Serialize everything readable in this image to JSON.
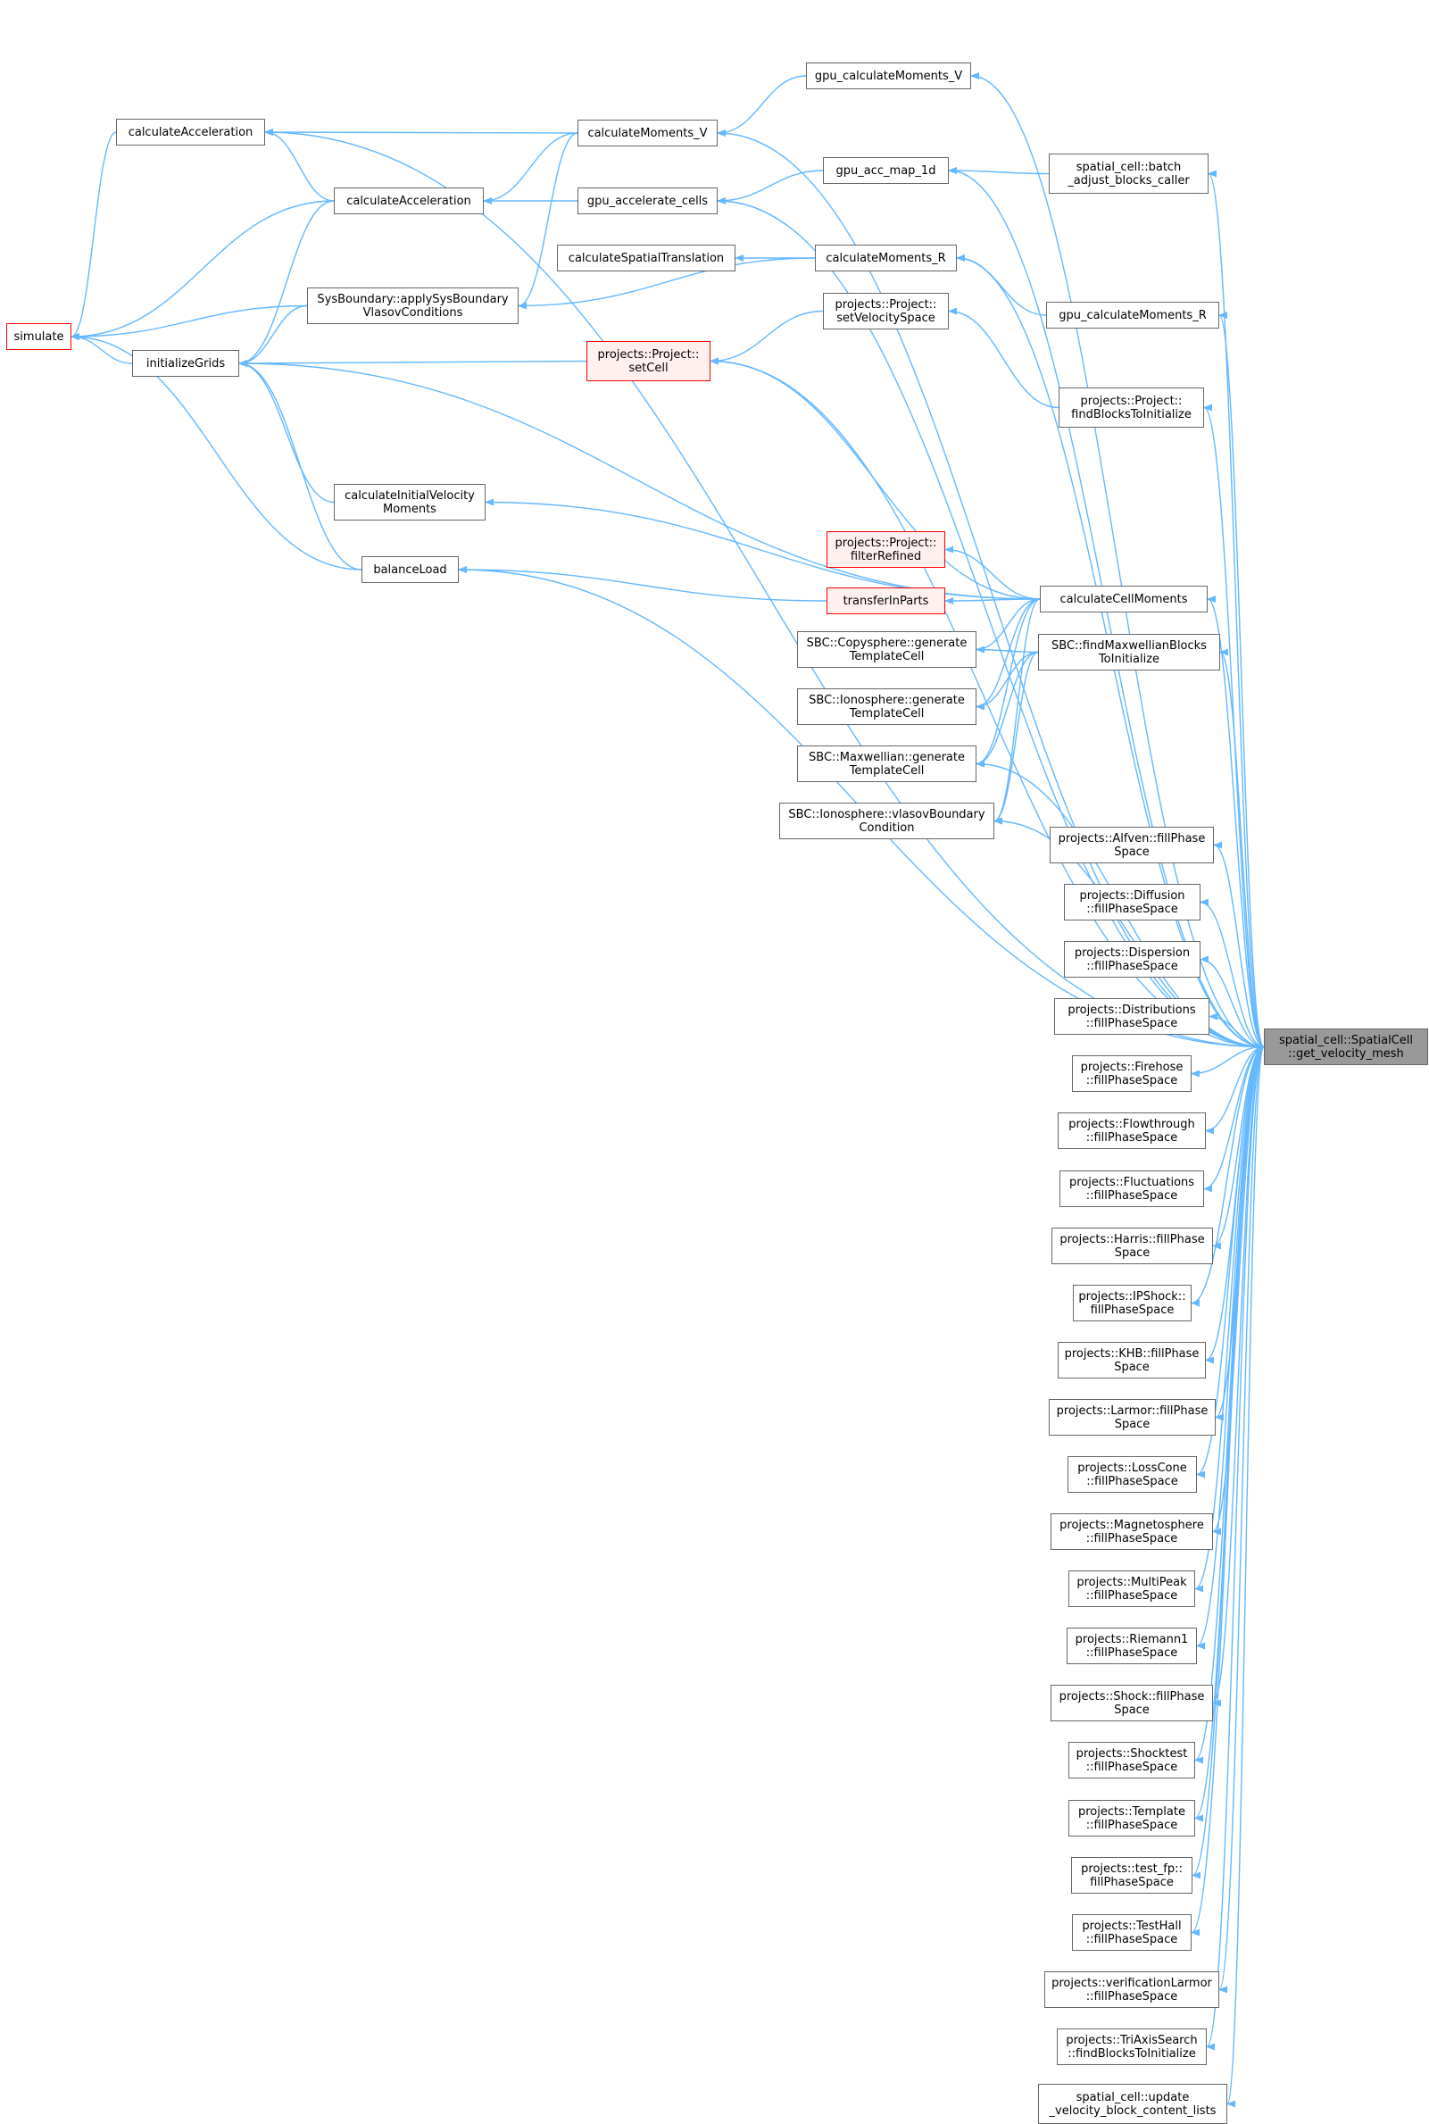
{
  "diagram": {
    "type": "call-graph",
    "edge_color": "#63b8ff",
    "node_border_color": "#666666",
    "highlight_border_color": "#ff0000",
    "target_fill_color": "#999999",
    "nodes": [
      {
        "id": "target",
        "lines": [
          "spatial_cell::SpatialCell",
          "::get_velocity_mesh"
        ],
        "style": "target"
      },
      {
        "id": "simulate",
        "lines": [
          "simulate"
        ],
        "style": "red"
      },
      {
        "id": "calcAccel1",
        "lines": [
          "calculateAcceleration"
        ],
        "style": "normal"
      },
      {
        "id": "calcAccel2",
        "lines": [
          "calculateAcceleration"
        ],
        "style": "normal"
      },
      {
        "id": "sysBoundary",
        "lines": [
          "SysBoundary::applySysBoundary",
          "VlasovConditions"
        ],
        "style": "normal"
      },
      {
        "id": "initGrids",
        "lines": [
          "initializeGrids"
        ],
        "style": "normal"
      },
      {
        "id": "calcInitVel",
        "lines": [
          "calculateInitialVelocity",
          "Moments"
        ],
        "style": "normal"
      },
      {
        "id": "balanceLoad",
        "lines": [
          "balanceLoad"
        ],
        "style": "normal"
      },
      {
        "id": "gpuCalcMomV",
        "lines": [
          "gpu_calculateMoments_V"
        ],
        "style": "normal"
      },
      {
        "id": "calcMomV",
        "lines": [
          "calculateMoments_V"
        ],
        "style": "normal"
      },
      {
        "id": "gpuAccelCells",
        "lines": [
          "gpu_accelerate_cells"
        ],
        "style": "normal"
      },
      {
        "id": "calcSpatialTrans",
        "lines": [
          "calculateSpatialTranslation"
        ],
        "style": "normal"
      },
      {
        "id": "projSetCell",
        "lines": [
          "projects::Project::",
          "setCell"
        ],
        "style": "redfill"
      },
      {
        "id": "gpuAccMap",
        "lines": [
          "gpu_acc_map_1d"
        ],
        "style": "normal"
      },
      {
        "id": "calcMomR",
        "lines": [
          "calculateMoments_R"
        ],
        "style": "normal"
      },
      {
        "id": "setVelSpace",
        "lines": [
          "projects::Project::",
          "setVelocitySpace"
        ],
        "style": "normal"
      },
      {
        "id": "filterRefined",
        "lines": [
          "projects::Project::",
          "filterRefined"
        ],
        "style": "redfill"
      },
      {
        "id": "transferInParts",
        "lines": [
          "transferInParts"
        ],
        "style": "redfill"
      },
      {
        "id": "copysphere",
        "lines": [
          "SBC::Copysphere::generate",
          "TemplateCell"
        ],
        "style": "normal"
      },
      {
        "id": "ionosphereGen",
        "lines": [
          "SBC::Ionosphere::generate",
          "TemplateCell"
        ],
        "style": "normal"
      },
      {
        "id": "maxwellianGen",
        "lines": [
          "SBC::Maxwellian::generate",
          "TemplateCell"
        ],
        "style": "normal"
      },
      {
        "id": "ionosphereVlasov",
        "lines": [
          "SBC::Ionosphere::vlasovBoundary",
          "Condition"
        ],
        "style": "normal"
      },
      {
        "id": "batchAdjust",
        "lines": [
          "spatial_cell::batch",
          "_adjust_blocks_caller"
        ],
        "style": "normal"
      },
      {
        "id": "gpuCalcMomR",
        "lines": [
          "gpu_calculateMoments_R"
        ],
        "style": "normal"
      },
      {
        "id": "findBlocksInit",
        "lines": [
          "projects::Project::",
          "findBlocksToInitialize"
        ],
        "style": "normal"
      },
      {
        "id": "calcCellMoments",
        "lines": [
          "calculateCellMoments"
        ],
        "style": "normal"
      },
      {
        "id": "findMaxwellian",
        "lines": [
          "SBC::findMaxwellianBlocks",
          "ToInitialize"
        ],
        "style": "normal"
      },
      {
        "id": "alfven",
        "lines": [
          "projects::Alfven::fillPhase",
          "Space"
        ],
        "style": "normal"
      },
      {
        "id": "diffusion",
        "lines": [
          "projects::Diffusion",
          "::fillPhaseSpace"
        ],
        "style": "normal"
      },
      {
        "id": "dispersion",
        "lines": [
          "projects::Dispersion",
          "::fillPhaseSpace"
        ],
        "style": "normal"
      },
      {
        "id": "distributions",
        "lines": [
          "projects::Distributions",
          "::fillPhaseSpace"
        ],
        "style": "normal"
      },
      {
        "id": "firehose",
        "lines": [
          "projects::Firehose",
          "::fillPhaseSpace"
        ],
        "style": "normal"
      },
      {
        "id": "flowthrough",
        "lines": [
          "projects::Flowthrough",
          "::fillPhaseSpace"
        ],
        "style": "normal"
      },
      {
        "id": "fluctuations",
        "lines": [
          "projects::Fluctuations",
          "::fillPhaseSpace"
        ],
        "style": "normal"
      },
      {
        "id": "harris",
        "lines": [
          "projects::Harris::fillPhase",
          "Space"
        ],
        "style": "normal"
      },
      {
        "id": "ipshock",
        "lines": [
          "projects::IPShock::",
          "fillPhaseSpace"
        ],
        "style": "normal"
      },
      {
        "id": "khb",
        "lines": [
          "projects::KHB::fillPhase",
          "Space"
        ],
        "style": "normal"
      },
      {
        "id": "larmor",
        "lines": [
          "projects::Larmor::fillPhase",
          "Space"
        ],
        "style": "normal"
      },
      {
        "id": "losscone",
        "lines": [
          "projects::LossCone",
          "::fillPhaseSpace"
        ],
        "style": "normal"
      },
      {
        "id": "magnetosphere",
        "lines": [
          "projects::Magnetosphere",
          "::fillPhaseSpace"
        ],
        "style": "normal"
      },
      {
        "id": "multipeak",
        "lines": [
          "projects::MultiPeak",
          "::fillPhaseSpace"
        ],
        "style": "normal"
      },
      {
        "id": "riemann1",
        "lines": [
          "projects::Riemann1",
          "::fillPhaseSpace"
        ],
        "style": "normal"
      },
      {
        "id": "shock",
        "lines": [
          "projects::Shock::fillPhase",
          "Space"
        ],
        "style": "normal"
      },
      {
        "id": "shocktest",
        "lines": [
          "projects::Shocktest",
          "::fillPhaseSpace"
        ],
        "style": "normal"
      },
      {
        "id": "template",
        "lines": [
          "projects::Template",
          "::fillPhaseSpace"
        ],
        "style": "normal"
      },
      {
        "id": "testfp",
        "lines": [
          "projects::test_fp::",
          "fillPhaseSpace"
        ],
        "style": "normal"
      },
      {
        "id": "testhall",
        "lines": [
          "projects::TestHall",
          "::fillPhaseSpace"
        ],
        "style": "normal"
      },
      {
        "id": "verifLarmor",
        "lines": [
          "projects::verificationLarmor",
          "::fillPhaseSpace"
        ],
        "style": "normal"
      },
      {
        "id": "triaxis",
        "lines": [
          "projects::TriAxisSearch",
          "::findBlocksToInitialize"
        ],
        "style": "normal"
      },
      {
        "id": "updateVel",
        "lines": [
          "spatial_cell::update",
          "_velocity_block_content_lists"
        ],
        "style": "normal"
      }
    ],
    "edges": [
      [
        "calcAccel1",
        "simulate"
      ],
      [
        "calcAccel2",
        "simulate"
      ],
      [
        "sysBoundary",
        "simulate"
      ],
      [
        "initGrids",
        "simulate"
      ],
      [
        "balanceLoad",
        "simulate"
      ],
      [
        "calcAccel2",
        "initGrids"
      ],
      [
        "sysBoundary",
        "initGrids"
      ],
      [
        "calcInitVel",
        "initGrids"
      ],
      [
        "balanceLoad",
        "initGrids"
      ],
      [
        "projSetCell",
        "initGrids"
      ],
      [
        "calcCellMoments",
        "initGrids"
      ],
      [
        "calcAccel2",
        "calcAccel1"
      ],
      [
        "calcMomV",
        "calcAccel1"
      ],
      [
        "calcMomV",
        "calcAccel2"
      ],
      [
        "gpuAccelCells",
        "calcAccel2"
      ],
      [
        "calcMomV",
        "sysBoundary"
      ],
      [
        "calcMomR",
        "sysBoundary"
      ],
      [
        "transferInParts",
        "balanceLoad"
      ],
      [
        "gpuCalcMomV",
        "calcMomV"
      ],
      [
        "gpuAccMap",
        "gpuAccelCells"
      ],
      [
        "calcMomR",
        "calcSpatialTrans"
      ],
      [
        "setVelSpace",
        "projSetCell"
      ],
      [
        "batchAdjust",
        "gpuAccMap"
      ],
      [
        "gpuCalcMomR",
        "calcMomR"
      ],
      [
        "findBlocksInit",
        "setVelSpace"
      ],
      [
        "calcCellMoments",
        "projSetCell"
      ],
      [
        "calcCellMoments",
        "calcInitVel"
      ],
      [
        "calcCellMoments",
        "filterRefined"
      ],
      [
        "calcCellMoments",
        "transferInParts"
      ],
      [
        "calcCellMoments",
        "copysphere"
      ],
      [
        "calcCellMoments",
        "ionosphereGen"
      ],
      [
        "calcCellMoments",
        "maxwellianGen"
      ],
      [
        "calcCellMoments",
        "ionosphereVlasov"
      ],
      [
        "findMaxwellian",
        "copysphere"
      ],
      [
        "findMaxwellian",
        "ionosphereGen"
      ],
      [
        "findMaxwellian",
        "maxwellianGen"
      ],
      [
        "findMaxwellian",
        "ionosphereVlasov"
      ],
      [
        "target",
        "calcAccel1"
      ],
      [
        "target",
        "gpuCalcMomV"
      ],
      [
        "target",
        "calcMomV"
      ],
      [
        "target",
        "batchAdjust"
      ],
      [
        "target",
        "gpuAccMap"
      ],
      [
        "target",
        "gpuAccelCells"
      ],
      [
        "target",
        "calcMomR"
      ],
      [
        "target",
        "gpuCalcMomR"
      ],
      [
        "target",
        "projSetCell"
      ],
      [
        "target",
        "findBlocksInit"
      ],
      [
        "target",
        "calcCellMoments"
      ],
      [
        "target",
        "findMaxwellian"
      ],
      [
        "target",
        "maxwellianGen"
      ],
      [
        "target",
        "ionosphereVlasov"
      ],
      [
        "target",
        "balanceLoad"
      ],
      [
        "target",
        "alfven"
      ],
      [
        "target",
        "diffusion"
      ],
      [
        "target",
        "dispersion"
      ],
      [
        "target",
        "distributions"
      ],
      [
        "target",
        "firehose"
      ],
      [
        "target",
        "flowthrough"
      ],
      [
        "target",
        "fluctuations"
      ],
      [
        "target",
        "harris"
      ],
      [
        "target",
        "ipshock"
      ],
      [
        "target",
        "khb"
      ],
      [
        "target",
        "larmor"
      ],
      [
        "target",
        "losscone"
      ],
      [
        "target",
        "magnetosphere"
      ],
      [
        "target",
        "multipeak"
      ],
      [
        "target",
        "riemann1"
      ],
      [
        "target",
        "shock"
      ],
      [
        "target",
        "shocktest"
      ],
      [
        "target",
        "template"
      ],
      [
        "target",
        "testfp"
      ],
      [
        "target",
        "testhall"
      ],
      [
        "target",
        "verifLarmor"
      ],
      [
        "target",
        "triaxis"
      ],
      [
        "target",
        "updateVel"
      ]
    ]
  }
}
